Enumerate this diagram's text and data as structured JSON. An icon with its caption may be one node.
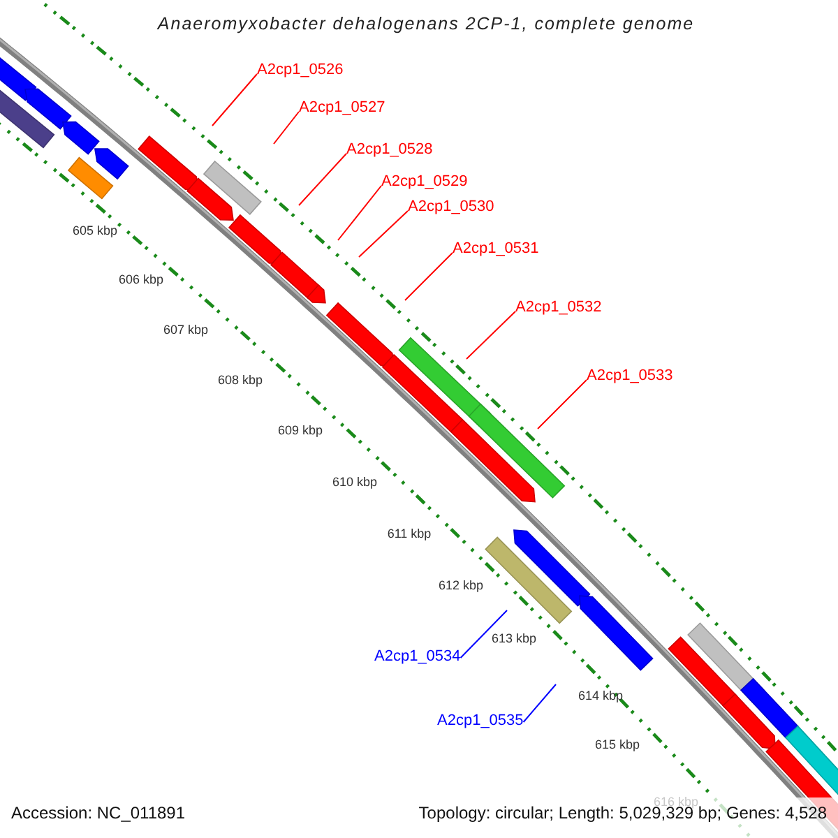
{
  "diagram": {
    "title": "Anaeromyxobacter dehalogenans 2CP-1, complete genome",
    "nodes": [
      {
        "text": [
          "A2cp1_0526"
        ]
      },
      {
        "text": [
          "A2cp1_0527"
        ]
      },
      {
        "text": [
          "A2cp1_0528"
        ]
      },
      {
        "text": [
          "A2cp1_0529"
        ]
      },
      {
        "text": [
          "A2cp1_0530"
        ]
      },
      {
        "text": [
          "A2cp1_0531"
        ]
      },
      {
        "text": [
          "A2cp1_0532"
        ]
      },
      {
        "text": [
          "A2cp1_0533"
        ]
      },
      {
        "text": [
          "A2cp1_0534"
        ]
      },
      {
        "text": [
          "A2cp1_0535"
        ]
      }
    ],
    "edges": [
      {
        "from": 0,
        "to": null,
        "arrow": "none"
      },
      {
        "from": 1,
        "to": null,
        "arrow": "none"
      },
      {
        "from": 2,
        "to": null,
        "arrow": "none"
      },
      {
        "from": 3,
        "to": null,
        "arrow": "none"
      },
      {
        "from": 4,
        "to": null,
        "arrow": "none"
      },
      {
        "from": 5,
        "to": null,
        "arrow": "none"
      },
      {
        "from": 6,
        "to": null,
        "arrow": "none"
      },
      {
        "from": 7,
        "to": null,
        "arrow": "none"
      },
      {
        "from": 8,
        "to": null,
        "arrow": "none",
        "color": "#0000ff"
      },
      {
        "from": 9,
        "to": null,
        "arrow": "none",
        "color": "#0000ff"
      }
    ],
    "labels": [
      "605 kbp",
      "606 kbp",
      "607 kbp",
      "608 kbp",
      "609 kbp",
      "610 kbp",
      "611 kbp",
      "612 kbp",
      "613 kbp",
      "614 kbp",
      "615 kbp",
      "616 kbp",
      "Accession: NC_011891",
      "Topology: circular; Length: 5,029,329 bp; Genes: 4,528"
    ]
  }
}
